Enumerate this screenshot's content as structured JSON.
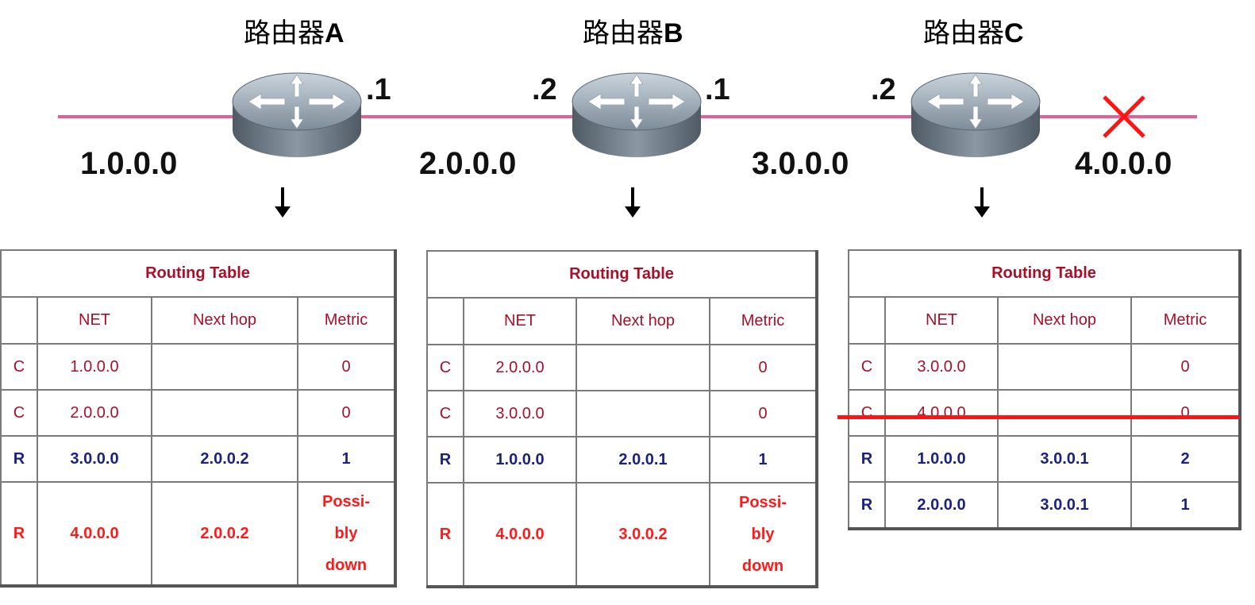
{
  "routers": [
    {
      "title_prefix": "路由器",
      "title_letter": "A"
    },
    {
      "title_prefix": "路由器",
      "title_letter": "B"
    },
    {
      "title_prefix": "路由器",
      "title_letter": "C"
    }
  ],
  "networks": [
    "1.0.0.0",
    "2.0.0.0",
    "3.0.0.0",
    "4.0.0.0"
  ],
  "interfaces": {
    "a_right": ".1",
    "b_left": ".2",
    "b_right": ".1",
    "c_left": ".2"
  },
  "colors": {
    "link": "#e0609a",
    "connected": "#a8102a",
    "rip": "#1a237e",
    "down": "#ff1a1a",
    "failure": "#ff1414"
  },
  "failure_marker": "x-mark on 4.0.0.0 link",
  "tables": [
    {
      "title": "Routing Table",
      "headers": [
        "",
        "NET",
        "Next hop",
        "Metric"
      ],
      "rows": [
        {
          "type": "C",
          "net": "1.0.0.0",
          "next_hop": "",
          "metric": "0"
        },
        {
          "type": "C",
          "net": "2.0.0.0",
          "next_hop": "",
          "metric": "0"
        },
        {
          "type": "R",
          "net": "3.0.0.0",
          "next_hop": "2.0.0.2",
          "metric": "1"
        },
        {
          "type": "R",
          "net": "4.0.0.0",
          "next_hop": "2.0.0.2",
          "metric_lines": [
            "Possi-",
            "bly",
            "down"
          ]
        }
      ]
    },
    {
      "title": "Routing Table",
      "headers": [
        "",
        "NET",
        "Next hop",
        "Metric"
      ],
      "rows": [
        {
          "type": "C",
          "net": "2.0.0.0",
          "next_hop": "",
          "metric": "0"
        },
        {
          "type": "C",
          "net": "3.0.0.0",
          "next_hop": "",
          "metric": "0"
        },
        {
          "type": "R",
          "net": "1.0.0.0",
          "next_hop": "2.0.0.1",
          "metric": "1"
        },
        {
          "type": "R",
          "net": "4.0.0.0",
          "next_hop": "3.0.0.2",
          "metric_lines": [
            "Possi-",
            "bly",
            "down"
          ]
        }
      ]
    },
    {
      "title": "Routing Table",
      "headers": [
        "",
        "NET",
        "Next hop",
        "Metric"
      ],
      "rows": [
        {
          "type": "C",
          "net": "3.0.0.0",
          "next_hop": "",
          "metric": "0"
        },
        {
          "type": "C",
          "net": "4.0.0.0",
          "next_hop": "",
          "metric": "0",
          "struck_out": true
        },
        {
          "type": "R",
          "net": "1.0.0.0",
          "next_hop": "3.0.0.1",
          "metric": "2"
        },
        {
          "type": "R",
          "net": "2.0.0.0",
          "next_hop": "3.0.0.1",
          "metric": "1"
        }
      ]
    }
  ]
}
